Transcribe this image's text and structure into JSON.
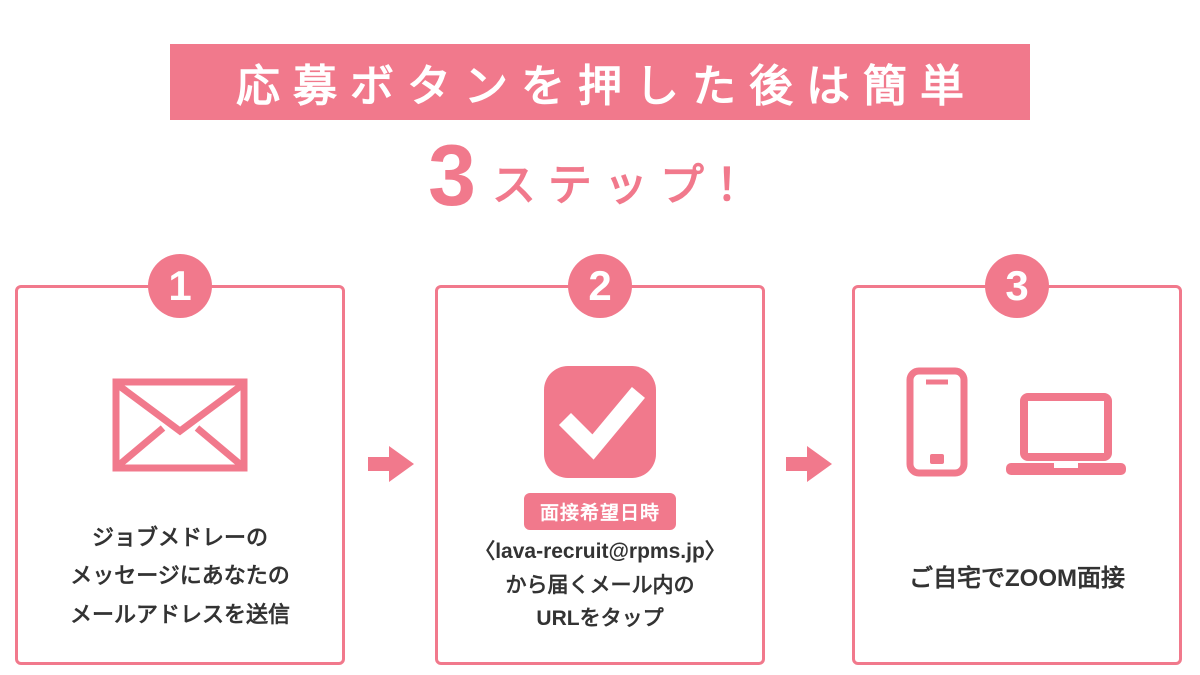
{
  "colors": {
    "pink": "#F1798C",
    "dark": "#333333",
    "white": "#FFFFFF"
  },
  "banner": {
    "title": "応募ボタンを押した後は簡単"
  },
  "subtitle": {
    "number": "3",
    "text": "ステップ！"
  },
  "steps": [
    {
      "number": "1",
      "icon": "envelope-icon",
      "lines": [
        "ジョブメドレーの",
        "メッセージにあなたの",
        "メールアドレスを送信"
      ]
    },
    {
      "number": "2",
      "icon": "checkmark-icon",
      "badge": "面接希望日時",
      "lines": [
        "〈lava-recruit@rpms.jp〉",
        "から届くメール内の",
        "URLをタップ"
      ]
    },
    {
      "number": "3",
      "icon": "devices-icon",
      "lines": [
        "ご自宅でZOOM面接"
      ]
    }
  ]
}
